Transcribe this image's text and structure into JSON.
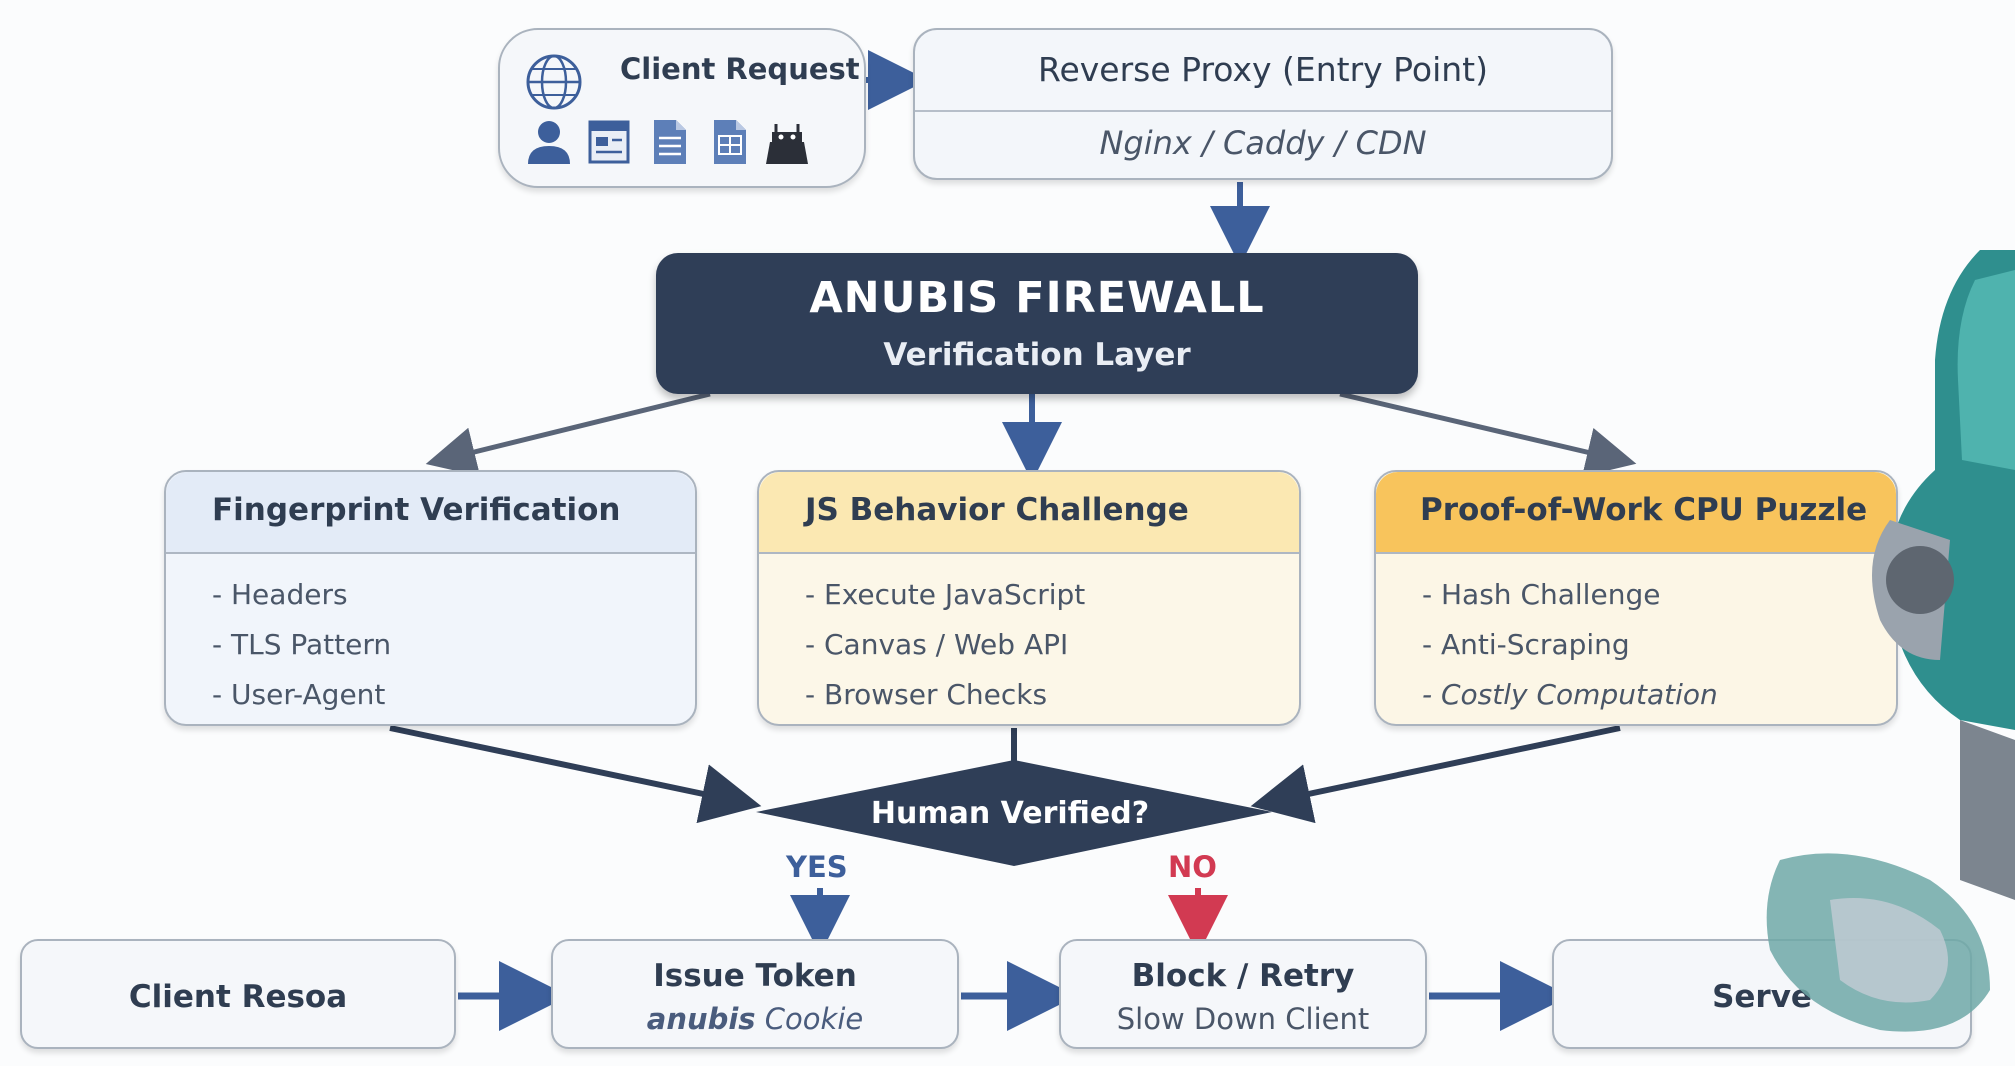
{
  "client_request": {
    "title": "Client Request"
  },
  "reverse_proxy": {
    "title": "Reverse Proxy (Entry Point)",
    "subtitle": "Nginx / Caddy / CDN"
  },
  "firewall": {
    "title": "ANUBIS FIREWALL",
    "subtitle": "Verification Layer"
  },
  "panels": [
    {
      "title": "Fingerprint Verification",
      "items": [
        "- Headers",
        "- TLS Pattern",
        "- User-Agent"
      ]
    },
    {
      "title": "JS Behavior Challenge",
      "items": [
        "- Execute JavaScript",
        "- Canvas / Web API",
        "- Browser Checks"
      ]
    },
    {
      "title": "Proof-of-Work CPU Puzzle",
      "items": [
        "- Hash Challenge",
        "- Anti-Scraping",
        "- Costly Computation"
      ]
    }
  ],
  "decision": {
    "label": "Human Verified?",
    "yes": "YES",
    "no": "NO"
  },
  "bottom": {
    "client_response": "Client Resoa",
    "issue_token": {
      "title": "Issue Token",
      "subtitle_bold": "anubis",
      "subtitle_rest": " Cookie"
    },
    "block_retry": {
      "title": "Block / Retry",
      "subtitle": "Slow Down Client"
    },
    "server": "Serve"
  },
  "colors": {
    "navy": "#2f3e57",
    "arrow_blue": "#3d5f9b",
    "no_red": "#d23a52",
    "js_header": "#fbe8b2",
    "pow_header": "#f8c45c",
    "fingerprint_header": "#e3ebf7"
  },
  "icons": [
    "globe-icon",
    "user-icon",
    "browser-window-icon",
    "document-icon",
    "document-icon",
    "robot-icon"
  ]
}
